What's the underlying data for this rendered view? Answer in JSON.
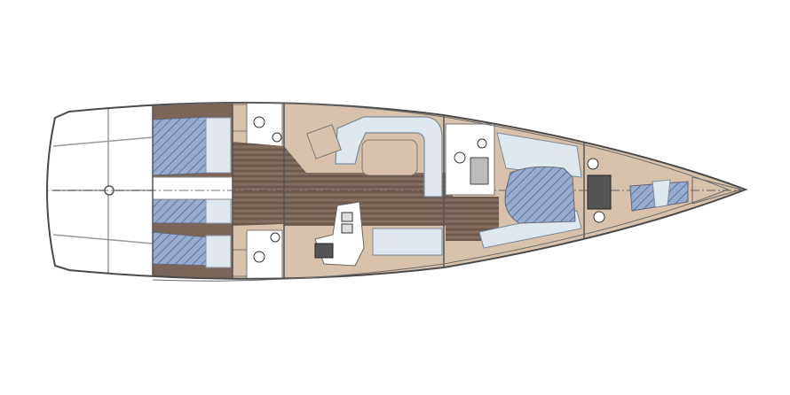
{
  "diagram": {
    "subject": "yacht-deck-plan",
    "colors": {
      "hull_outline": "#4a4a4a",
      "floor": "#7a6558",
      "floor_stripe": "#5c4a40",
      "joinery": "#d8c2ab",
      "cushion": "#dfe8ef",
      "berth": "#8fa5c9",
      "berth_hatch": "#5f769c",
      "cockpit": "#ffffff"
    },
    "areas": [
      "cockpit",
      "aft-cabin-port",
      "aft-cabin-starboard",
      "aft-head-port",
      "aft-head-starboard",
      "saloon",
      "galley",
      "forward-head",
      "forward-cabin",
      "forepeak"
    ]
  }
}
